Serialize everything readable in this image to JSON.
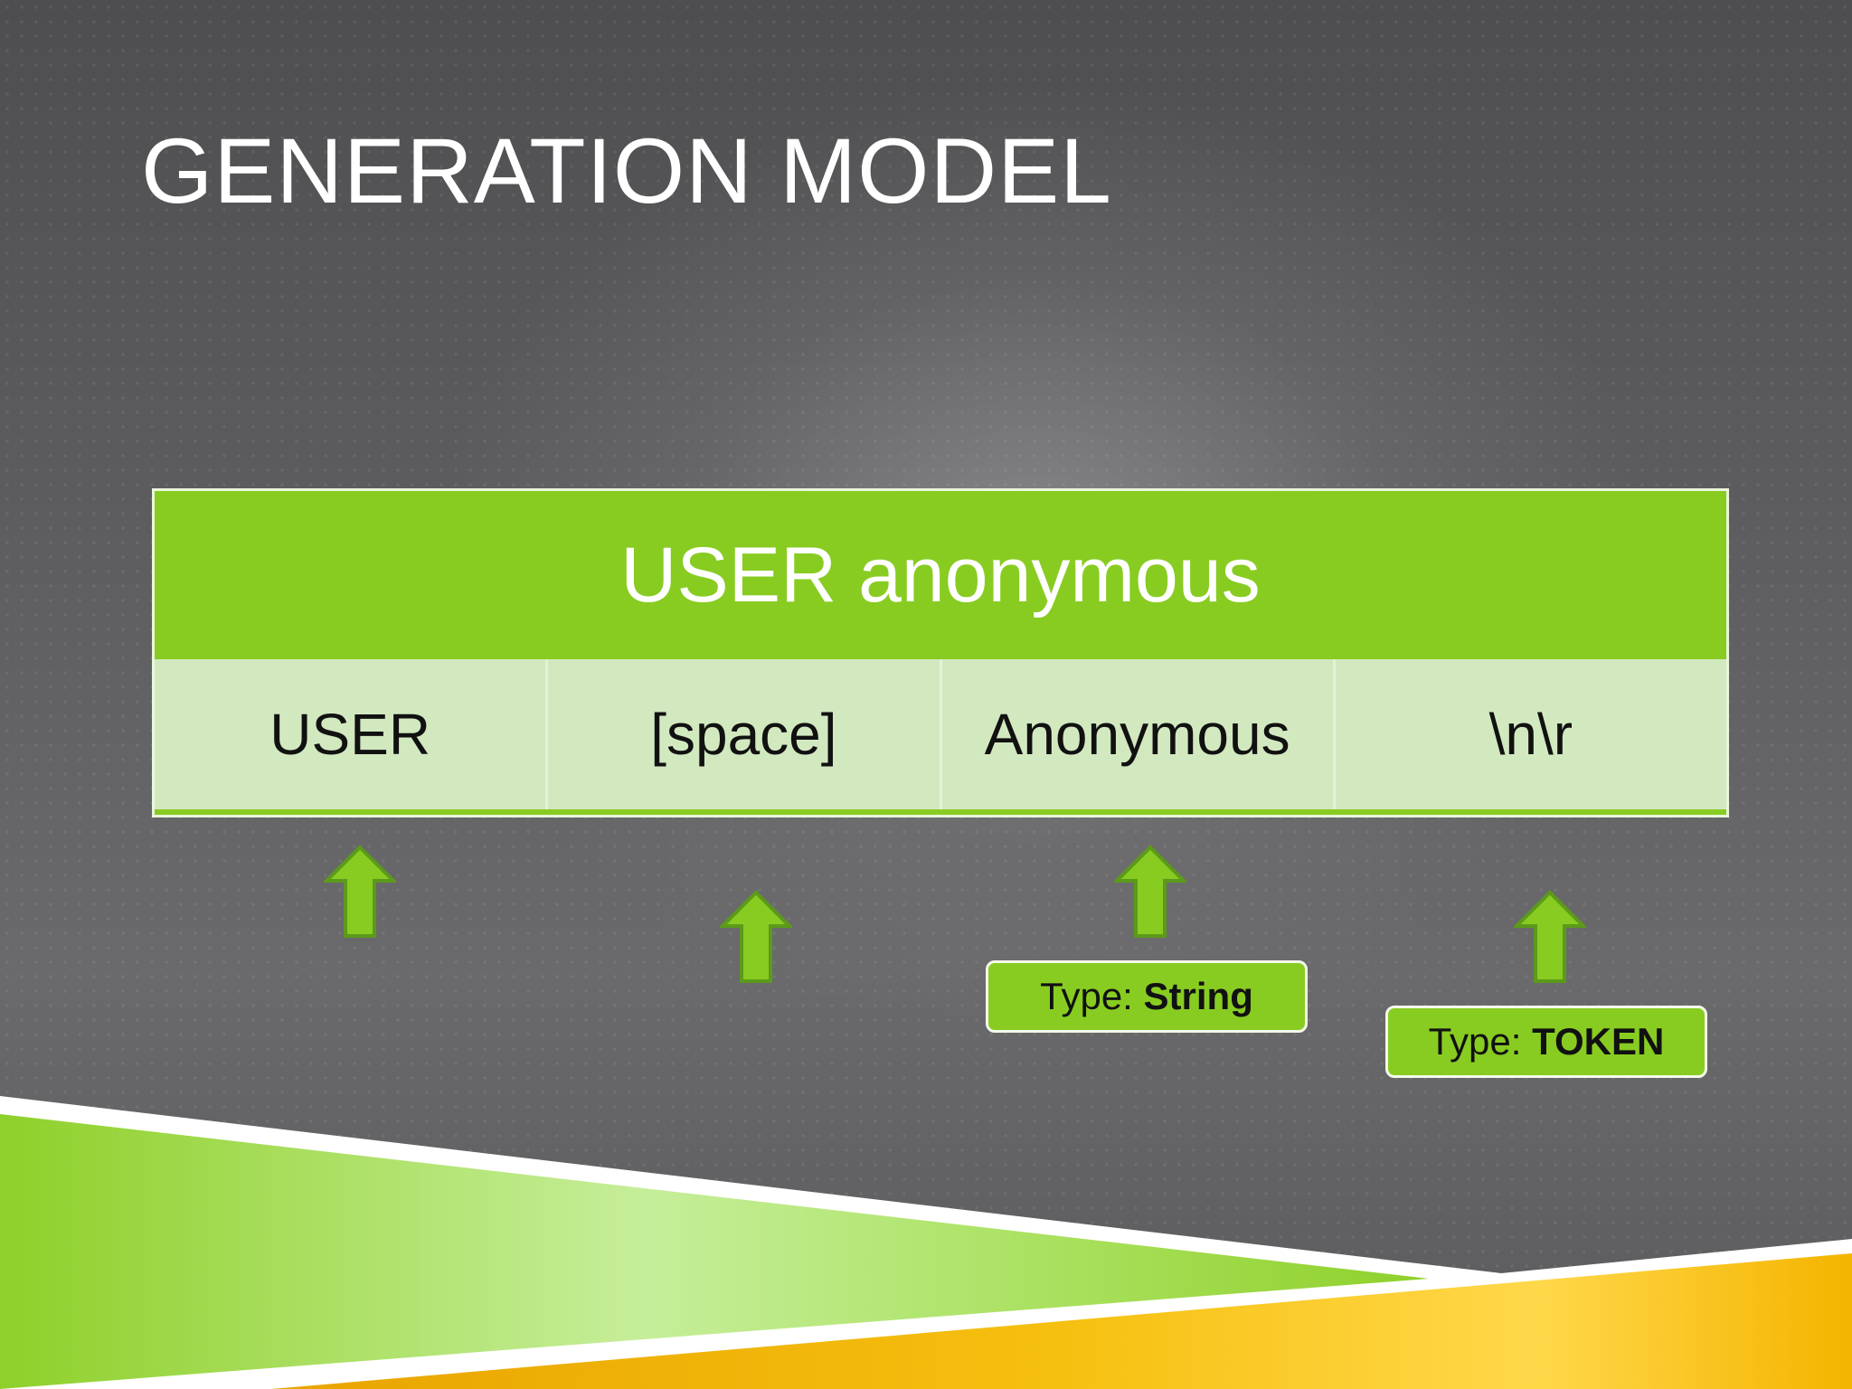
{
  "slide": {
    "title": "GENERATION MODEL"
  },
  "table": {
    "header": "USER anonymous",
    "cells": [
      "USER",
      "[space]",
      "Anonymous",
      "\\n\\r"
    ]
  },
  "annotations": [
    {
      "label": "Type:",
      "value": "String"
    },
    {
      "label": "Type:",
      "value": "TOKEN"
    }
  ],
  "colors": {
    "accent_green": "#88cc22",
    "light_green": "#d2e9c0",
    "yellow": "#f4b400",
    "background": "#5a5a5c"
  },
  "icons": [
    "up-arrow-icon",
    "up-arrow-icon",
    "up-arrow-icon",
    "up-arrow-icon"
  ]
}
